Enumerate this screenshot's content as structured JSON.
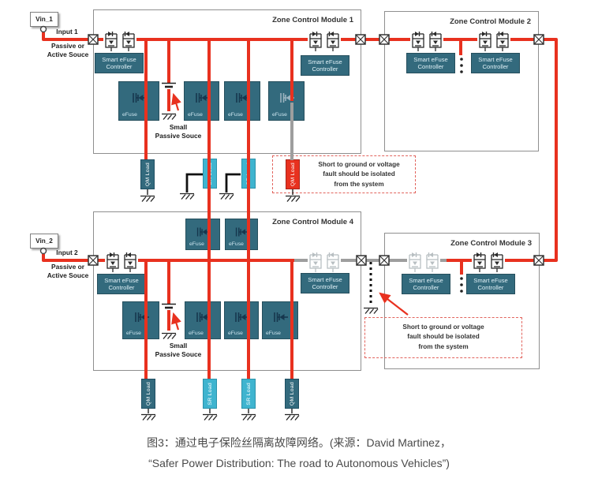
{
  "modules": [
    {
      "title": "Zone Control Module 1"
    },
    {
      "title": "Zone Control Module 2"
    },
    {
      "title": "Zone Control Module 3"
    },
    {
      "title": "Zone Control Module 4"
    }
  ],
  "labels": {
    "controller": "Smart eFuse Controller",
    "efuse": "eFuse",
    "small_source_line1": "Small",
    "small_source_line2": "Passive Souce"
  },
  "inputs": [
    {
      "vin": "Vin_1",
      "name": "Input 1",
      "source_line1": "Passive or",
      "source_line2": "Active Souce"
    },
    {
      "vin": "Vin_2",
      "name": "Input 2",
      "source_line1": "Passive or",
      "source_line2": "Active Souce"
    }
  ],
  "loads": {
    "top": [
      {
        "label": "QM Load",
        "type": "qm"
      },
      {
        "label": "SR Load",
        "type": "sr"
      },
      {
        "label": "SR Load",
        "type": "sr"
      },
      {
        "label": "QM Load",
        "type": "fault"
      }
    ],
    "bottom": [
      {
        "label": "QM Load",
        "type": "qm"
      },
      {
        "label": "SR Load",
        "type": "sr"
      },
      {
        "label": "SR Load",
        "type": "sr"
      },
      {
        "label": "QM Load",
        "type": "qm"
      }
    ]
  },
  "fault_note": {
    "line1": "Short to ground or voltage",
    "line2": "fault should be isolated",
    "line3": "from the system"
  },
  "caption": {
    "line1": "图3：通过电子保险丝隔离故障网络。(来源：David Martinez，",
    "line2": "“Safer Power Distribution: The road to Autonomous Vehicles”)"
  },
  "colors": {
    "teal": "#336a7d",
    "cyan": "#3fb4cf",
    "red": "#e8311f",
    "grey": "#9e9e9e"
  }
}
